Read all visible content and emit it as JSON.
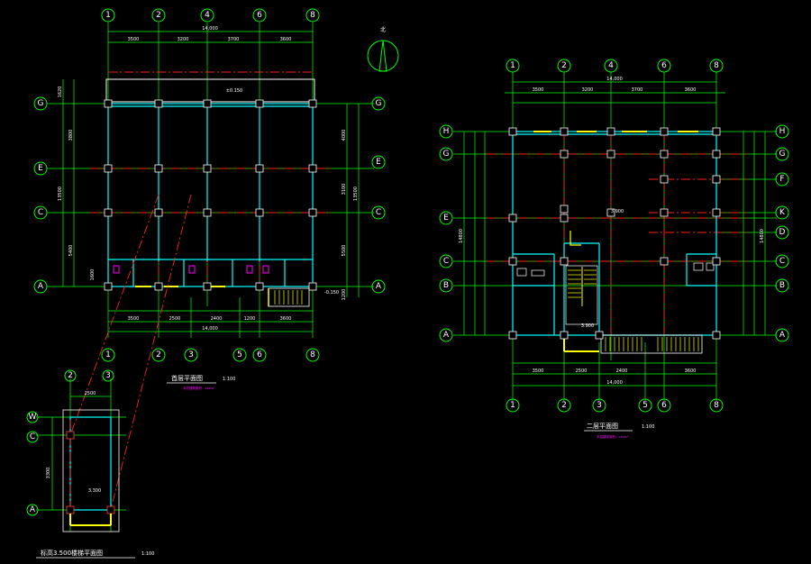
{
  "left_plan": {
    "top_axes": [
      "1",
      "2",
      "4",
      "6",
      "8"
    ],
    "bottom_axes": [
      "1",
      "2",
      "3",
      "5",
      "6",
      "8"
    ],
    "left_axes": [
      "G",
      "E",
      "C",
      "A"
    ],
    "right_axes": [
      "G",
      "E",
      "C",
      "A"
    ],
    "top_dims": [
      "3500",
      "3200",
      "3700",
      "3600"
    ],
    "top_total": "14,000",
    "bottom_dims_row2": [
      "3500",
      "2500",
      "2400",
      "1200",
      "3600"
    ],
    "bottom_total": "14,000",
    "left_dims": [
      "1620",
      "5400",
      "3800",
      "1600"
    ],
    "left_total": "13500",
    "right_dims": [
      "4000",
      "3100",
      "5500",
      "1200"
    ],
    "right_total": "13500",
    "level_label": "-0.150",
    "level_top": "±0.150",
    "title": "首层平面图",
    "scale": "1:100",
    "subtitle": "本层建筑面积：xxxm²"
  },
  "right_plan": {
    "top_axes": [
      "1",
      "2",
      "4",
      "6",
      "8"
    ],
    "bottom_axes": [
      "1",
      "2",
      "3",
      "5",
      "6",
      "8"
    ],
    "left_axes": [
      "H",
      "G",
      "E",
      "C",
      "B",
      "A"
    ],
    "right_axes": [
      "H",
      "G",
      "F",
      "K",
      "D",
      "C",
      "B",
      "A"
    ],
    "top_dims": [
      "3500",
      "3200",
      "3700",
      "3600"
    ],
    "top_total": "14,000",
    "bottom_dims": [
      "3500",
      "2500",
      "2400",
      "3600"
    ],
    "bottom_total": "14,000",
    "left_total": "14800",
    "right_total": "14800",
    "level_mark": "3.900",
    "level_mark2": "3.900",
    "title": "二层平面图",
    "scale": "1:100",
    "subtitle": "本层建筑面积：xxxm²"
  },
  "detail_plan": {
    "top_axes": [
      "2",
      "3"
    ],
    "left_axes": [
      "W",
      "C",
      "A"
    ],
    "top_dim": "2500",
    "left_dim": "3300",
    "level": "3.300",
    "title": "标高3.500楼梯平面图",
    "scale": "1:100"
  },
  "north_arrow": {
    "label": "北"
  }
}
